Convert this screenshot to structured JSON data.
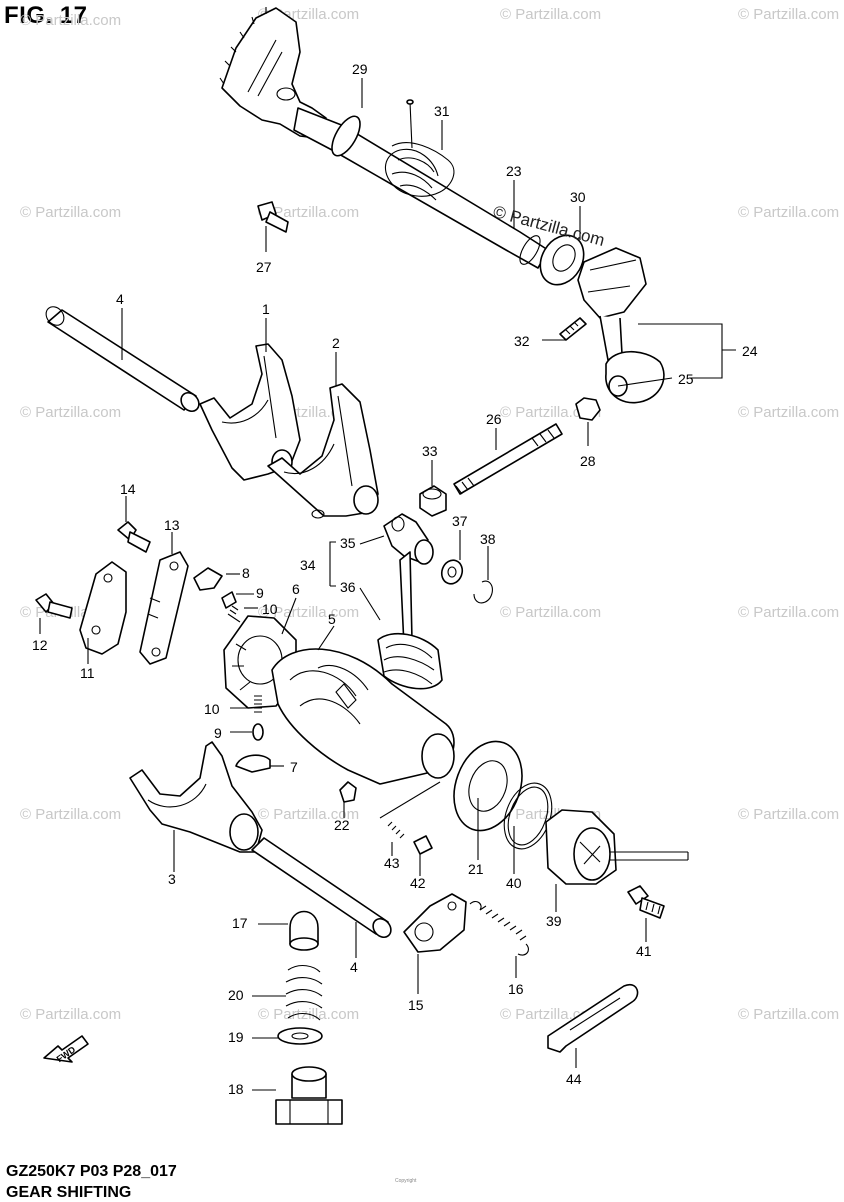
{
  "figure": {
    "title": "FIG. 17",
    "model_code": "GZ250K7 P03 P28_017",
    "section": "GEAR SHIFTING"
  },
  "watermark": {
    "short": "© Partzilla.com",
    "brand": "© Partzilla.com",
    "tiny_copy": "Copyright"
  },
  "fwd_label": "FWD",
  "callouts": {
    "c1": "1",
    "c2": "2",
    "c3": "3",
    "c4a": "4",
    "c4b": "4",
    "c5": "5",
    "c6": "6",
    "c7": "7",
    "c8": "8",
    "c9a": "9",
    "c9b": "9",
    "c10a": "10",
    "c10b": "10",
    "c11": "11",
    "c12": "12",
    "c13": "13",
    "c14": "14",
    "c15": "15",
    "c16": "16",
    "c17": "17",
    "c18": "18",
    "c19": "19",
    "c20": "20",
    "c21": "21",
    "c22": "22",
    "c23": "23",
    "c24": "24",
    "c25": "25",
    "c26": "26",
    "c27": "27",
    "c28": "28",
    "c29": "29",
    "c30": "30",
    "c31": "31",
    "c32": "32",
    "c33": "33",
    "c34": "34",
    "c35": "35",
    "c36": "36",
    "c37": "37",
    "c38": "38",
    "c39": "39",
    "c40": "40",
    "c41": "41",
    "c42": "42",
    "c43": "43",
    "c44": "44"
  }
}
